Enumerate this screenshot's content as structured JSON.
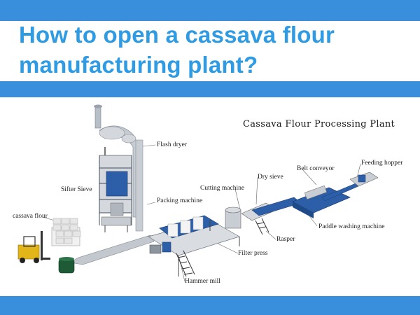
{
  "headline": {
    "line1": "How to open a cassava flour",
    "line2": "manufacturing plant?"
  },
  "diagram": {
    "title": "Cassava Flour Processing Plant",
    "labels": {
      "flash_dryer": "Flash dryer",
      "sifter_sieve": "Sifter Sieve",
      "packing_machine": "Packing machine",
      "cassava_flour": "cassava flour",
      "cutting_machine": "Cutting machine",
      "dry_sieve": "Dry sieve",
      "belt_conveyor": "Belt conveyor",
      "feeding_hopper": "Feeding hopper",
      "paddle_washing_machine": "Paddle washing machine",
      "rasper": "Rasper",
      "filter_press": "Filter press",
      "hammer_mill": "Hammer mill"
    }
  },
  "colors": {
    "band": "#3a8fdc",
    "headline_text": "#2f9be3",
    "machine_blue": "#2d5fa8",
    "steel": "#9aa3ad",
    "forklift_yellow": "#e2b619",
    "dust_green": "#1f5a36"
  }
}
